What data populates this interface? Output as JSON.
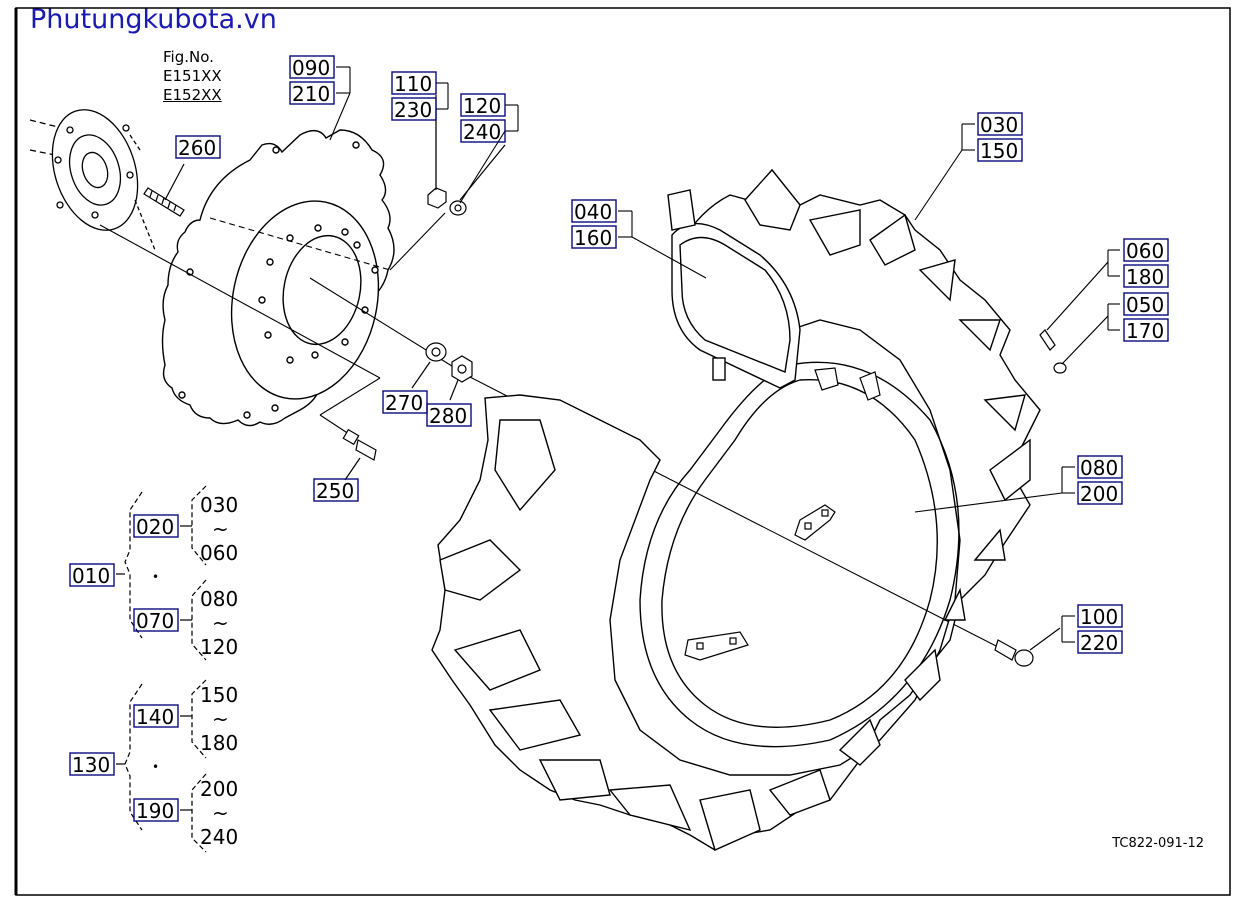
{
  "watermark": "Phutungkubota.vn",
  "figure": {
    "label": "Fig.No.",
    "numbers": [
      "E151XX",
      "E152XX"
    ]
  },
  "drawing_code": "TC822-091-12",
  "callouts": [
    "090",
    "210",
    "110",
    "230",
    "120",
    "240",
    "260",
    "030",
    "150",
    "040",
    "160",
    "060",
    "180",
    "050",
    "170",
    "270",
    "280",
    "250",
    "080",
    "200",
    "100",
    "220"
  ],
  "tree_1": {
    "root": "010",
    "sub_a": "020",
    "sub_a_from": "030",
    "sub_a_to": "060",
    "sub_b": "070",
    "sub_b_from": "080",
    "sub_b_to": "120",
    "dot": "•",
    "tilde": "~"
  },
  "tree_2": {
    "root": "130",
    "sub_a": "140",
    "sub_a_from": "150",
    "sub_a_to": "180",
    "sub_b": "190",
    "sub_b_from": "200",
    "sub_b_to": "240",
    "dot": "•",
    "tilde": "~"
  },
  "colors": {
    "ink": "#000000",
    "label_box": "#0a0a80",
    "watermark": "#1a1ab0"
  }
}
